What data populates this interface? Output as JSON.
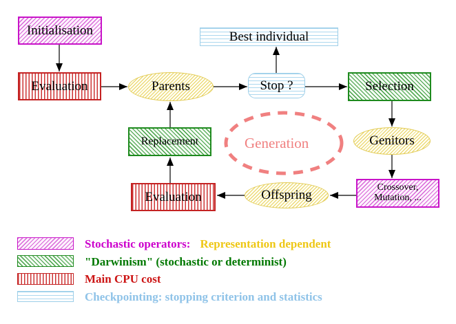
{
  "nodes": {
    "initialisation": "Initialisation",
    "evaluation_top": "Evaluation",
    "best_individual": "Best individual",
    "parents": "Parents",
    "stop": "Stop ?",
    "selection": "Selection",
    "replacement": "Replacement",
    "generation": "Generation",
    "genitors": "Genitors",
    "crossover_line1": "Crossover,",
    "crossover_line2": "Mutation, ...",
    "offspring": "Offspring",
    "evaluation_bottom": "Evaluation"
  },
  "legend": {
    "stochastic_label": "Stochastic operators:",
    "stochastic_note": "Representation dependent",
    "darwinism_label": "\"Darwinism\" (stochastic or determinist)",
    "cpu_label": "Main CPU cost",
    "checkpoint_label": "Checkpointing: stopping criterion and statistics"
  },
  "colors": {
    "magenta": "#cc00cc",
    "gold": "#eec715",
    "dark_green": "#007800",
    "red": "#cc1414",
    "light_blue": "#8fc3e8",
    "salmon": "#f08080",
    "yellow_fill": "#e2cb55"
  }
}
